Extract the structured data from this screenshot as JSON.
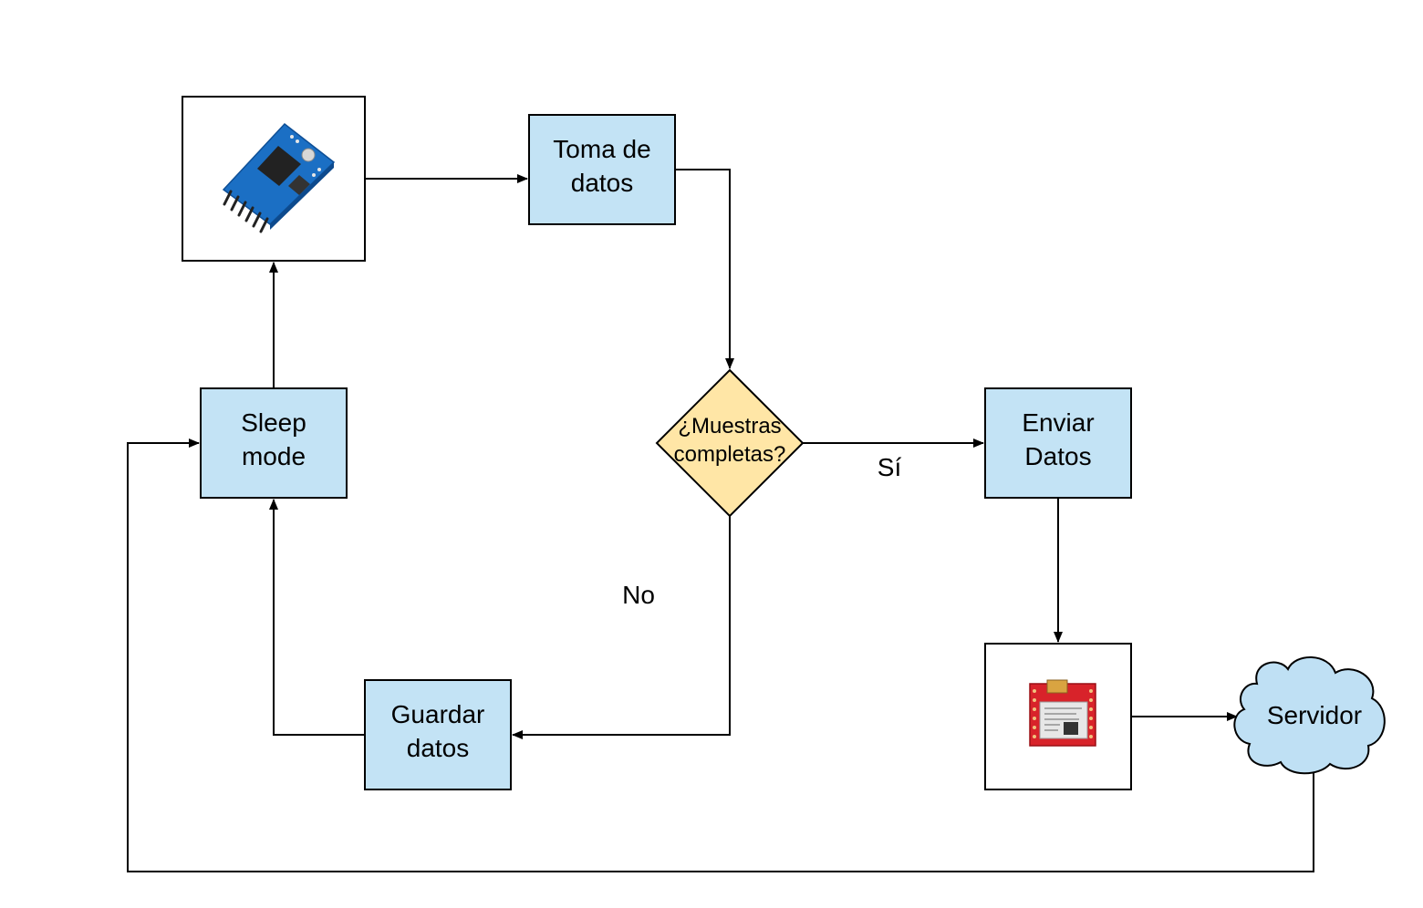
{
  "colors": {
    "process_fill": "#c3e3f5",
    "decision_fill": "#ffe6a6",
    "cloud_fill": "#bfe0f4",
    "stroke": "#000000",
    "image_box_fill": "#ffffff"
  },
  "nodes": {
    "toma_de_datos": {
      "line1": "Toma de",
      "line2": "datos"
    },
    "decision": {
      "line1": "¿Muestras",
      "line2": "completas?"
    },
    "enviar_datos": {
      "line1": "Enviar",
      "line2": "Datos"
    },
    "sleep_mode": {
      "line1": "Sleep",
      "line2": "mode"
    },
    "guardar_datos": {
      "line1": "Guardar",
      "line2": "datos"
    },
    "servidor": {
      "label": "Servidor"
    },
    "rtc_module_image": {
      "icon": "rtc-module-board-icon"
    },
    "gsm_module_image": {
      "icon": "gsm-module-board-icon"
    }
  },
  "edge_labels": {
    "yes": "Sí",
    "no": "No"
  }
}
